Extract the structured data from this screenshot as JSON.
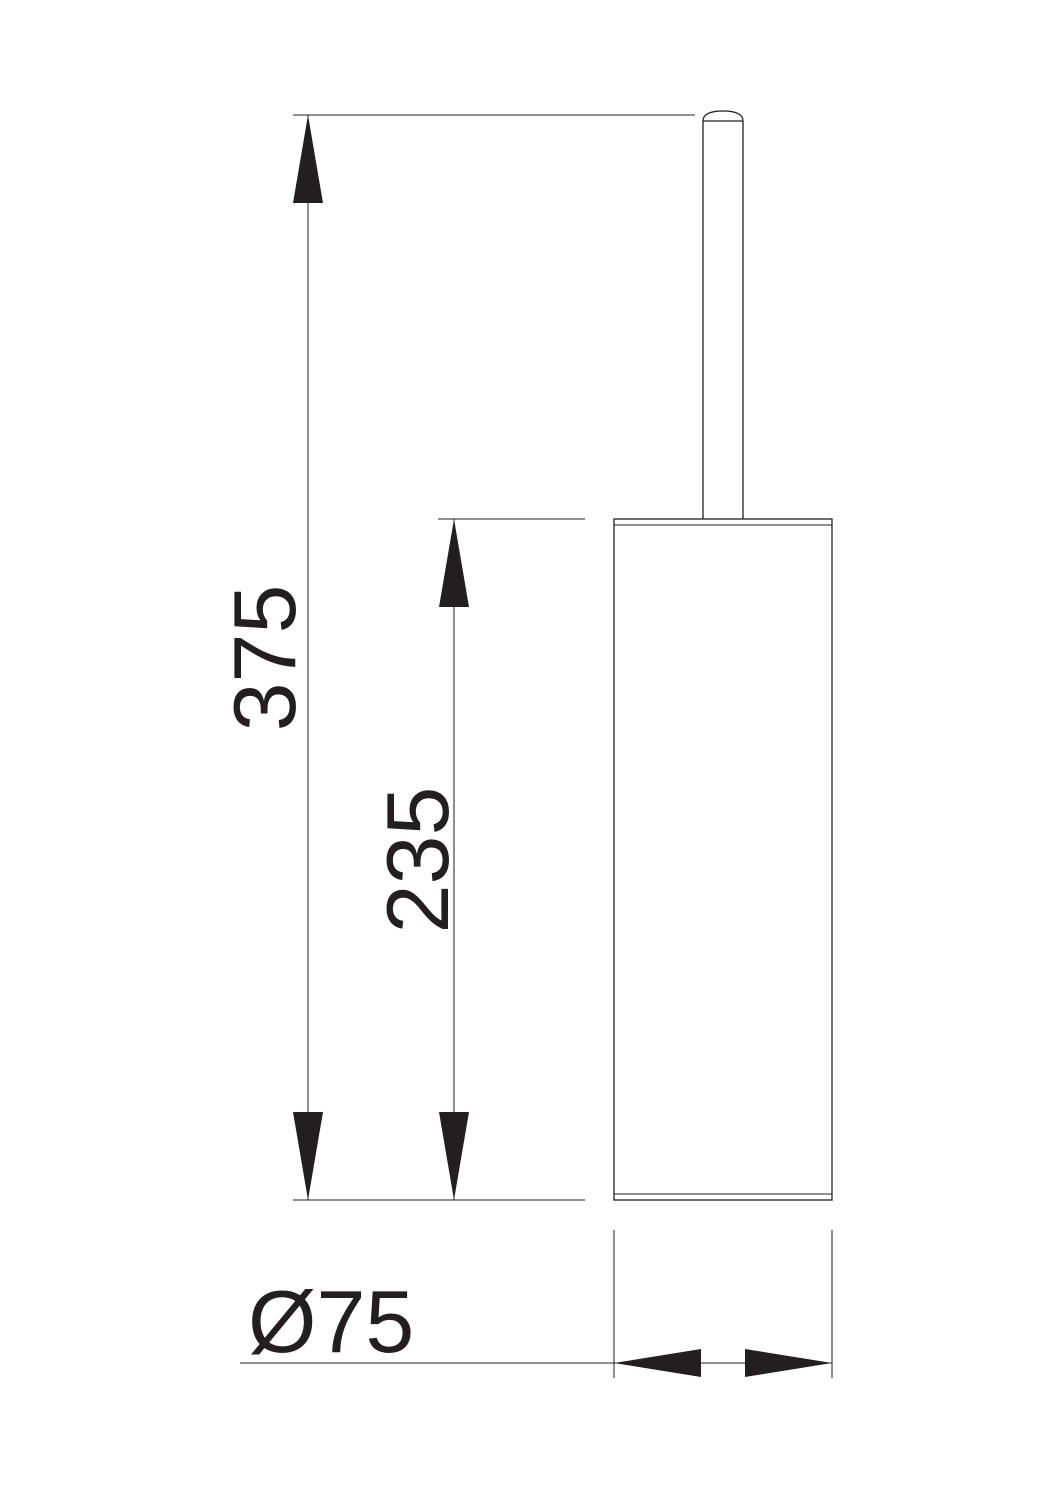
{
  "dimensions": {
    "total_height": "375",
    "container_height": "235",
    "diameter": "Ø75"
  },
  "colors": {
    "line": "#231f20",
    "background": "#ffffff"
  }
}
